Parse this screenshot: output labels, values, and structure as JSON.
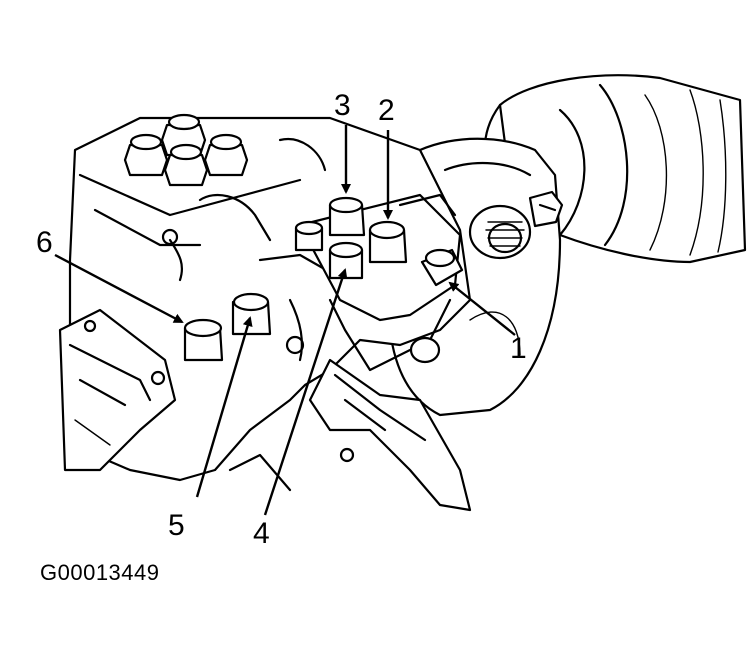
{
  "figure_id": "G00013449",
  "callouts": [
    "1",
    "2",
    "3",
    "4",
    "5",
    "6"
  ]
}
